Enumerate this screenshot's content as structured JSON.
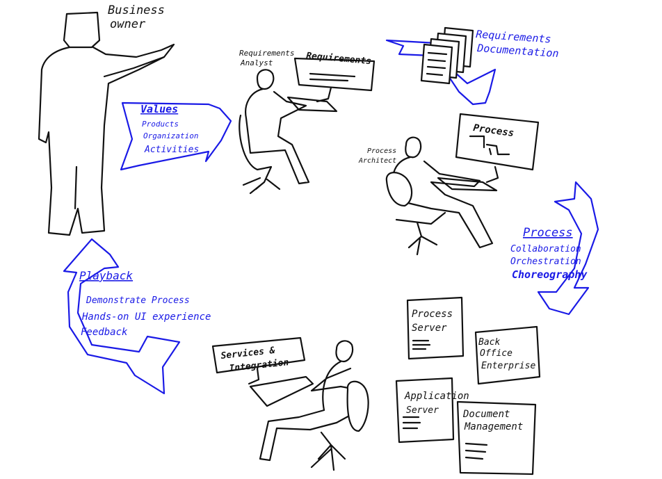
{
  "roles": {
    "business_owner_line1": "Business",
    "business_owner_line2": "owner",
    "requirements_analyst_line1": "Requirements",
    "requirements_analyst_line2": "Analyst",
    "process_architect_line1": "Process",
    "process_architect_line2": "Architect"
  },
  "screens": {
    "requirements": "Requirements",
    "process": "Process",
    "services_line1": "Services &",
    "services_line2": "Integration"
  },
  "values_arrow": {
    "title": "Values",
    "items": [
      "Products",
      "Organization",
      "Activities"
    ]
  },
  "requirements_doc": {
    "line1": "Requirements",
    "line2": "Documentation"
  },
  "process_arrow": {
    "title": "Process",
    "items": [
      "Collaboration",
      "Orchestration",
      "Choreography"
    ]
  },
  "playback_arrow": {
    "title": "Playback",
    "items": [
      "Demonstrate Process",
      "Hands-on UI experience",
      "Feedback"
    ]
  },
  "servers": {
    "process_server_line1": "Process",
    "process_server_line2": "Server",
    "back_office_line1": "Back",
    "back_office_line2": "Office",
    "back_office_line3": "Enterprise",
    "application_server_line1": "Application",
    "application_server_line2": "Server",
    "document_management_line1": "Document",
    "document_management_line2": "Management"
  },
  "colors": {
    "ink": "#111111",
    "blue_ink": "#1a1ae6",
    "background": "#ffffff"
  }
}
